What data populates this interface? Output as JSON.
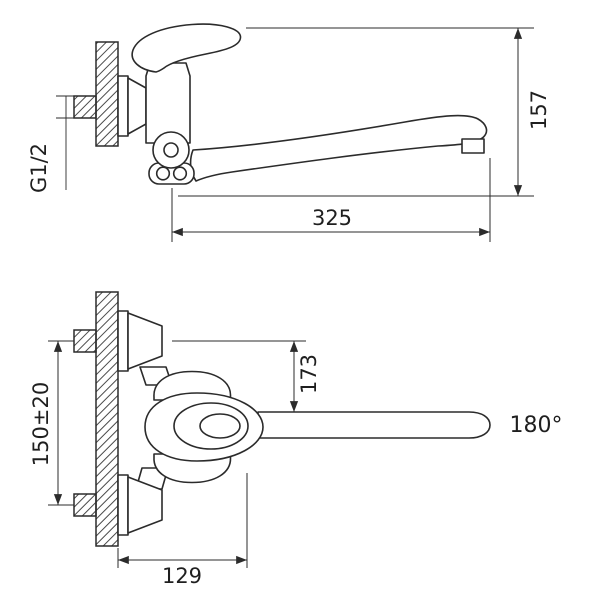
{
  "drawing": {
    "side_view": {
      "overall_height": "157",
      "spout_reach": "325",
      "thread_size": "G1/2"
    },
    "front_view": {
      "mount_to_spout_height": "173",
      "mount_spacing": "150±20",
      "wall_to_front_depth": "129",
      "swivel_angle": "180°"
    }
  }
}
